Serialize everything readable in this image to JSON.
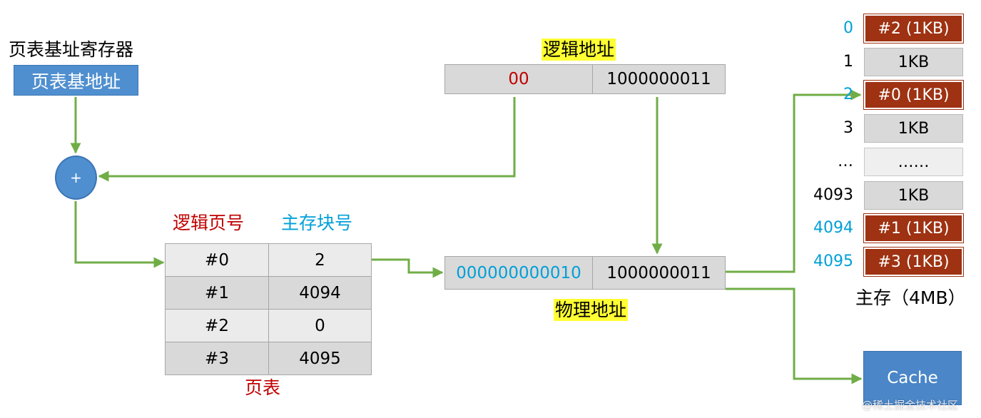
{
  "colors": {
    "arrow": "#70ad47",
    "red_text": "#c00000",
    "cyan_text": "#00a0d8",
    "blue_box": "#4f8fcf",
    "cache_box": "#4a86c8",
    "mem_red": "#9e3212",
    "highlight": "#ffff33"
  },
  "base_register": {
    "title": "页表基址寄存器",
    "value": "页表基地址"
  },
  "adder": {
    "symbol": "+"
  },
  "logical_address": {
    "label": "逻辑地址",
    "page_no": "00",
    "offset": "1000000011"
  },
  "page_table": {
    "header_page": "逻辑页号",
    "header_block": "主存块号",
    "caption": "页表",
    "rows": [
      {
        "page": "#0",
        "block": "2"
      },
      {
        "page": "#1",
        "block": "4094"
      },
      {
        "page": "#2",
        "block": "0"
      },
      {
        "page": "#3",
        "block": "4095"
      }
    ]
  },
  "physical_address": {
    "label": "物理地址",
    "block_no": "000000000010",
    "offset": "1000000011"
  },
  "memory": {
    "caption": "主存（4MB）",
    "blocks": [
      {
        "index": "0",
        "content": "#2 (1KB)",
        "style": "red",
        "idx_color": "cyan"
      },
      {
        "index": "1",
        "content": "1KB",
        "style": "grey",
        "idx_color": "black"
      },
      {
        "index": "2",
        "content": "#0 (1KB)",
        "style": "red",
        "idx_color": "cyan"
      },
      {
        "index": "3",
        "content": "1KB",
        "style": "grey",
        "idx_color": "black"
      },
      {
        "index": "…",
        "content": "……",
        "style": "light",
        "idx_color": "black"
      },
      {
        "index": "4093",
        "content": "1KB",
        "style": "grey",
        "idx_color": "black"
      },
      {
        "index": "4094",
        "content": "#1 (1KB)",
        "style": "red",
        "idx_color": "cyan"
      },
      {
        "index": "4095",
        "content": "#3 (1KB)",
        "style": "red",
        "idx_color": "cyan"
      }
    ]
  },
  "cache": {
    "label": "Cache"
  },
  "watermark": {
    "text": "@稀土掘金技术社区"
  }
}
